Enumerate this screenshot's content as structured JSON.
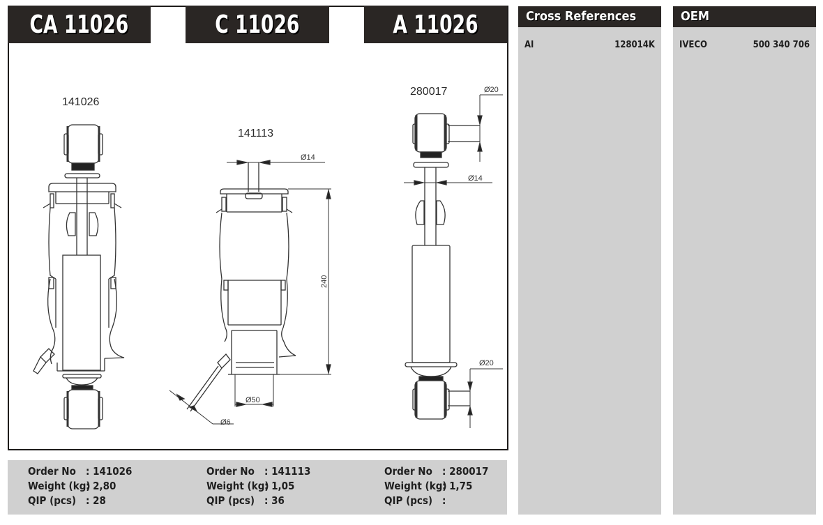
{
  "titles": {
    "ca": "CA 11026",
    "c": "C 11026",
    "a": "A 11026"
  },
  "drawings": {
    "ca": {
      "part_no": "141026"
    },
    "c": {
      "part_no": "141113",
      "dimensions": {
        "rod_diameter": "Ø14",
        "height": "240",
        "base_diameter": "Ø50",
        "fitting_diameter": "Ø6"
      }
    },
    "a": {
      "part_no": "280017",
      "dimensions": {
        "top_eye": "Ø20",
        "rod_diameter": "Ø14",
        "bottom_eye": "Ø20"
      }
    }
  },
  "info": [
    {
      "order_label": "Order No",
      "order_value": ": 141026",
      "weight_label": "Weight (kg)",
      "weight_value": ": 2,80",
      "qip_label": "QIP (pcs)",
      "qip_value": ": 28"
    },
    {
      "order_label": "Order No",
      "order_value": ": 141113",
      "weight_label": "Weight (kg)",
      "weight_value": ": 1,05",
      "qip_label": "QIP (pcs)",
      "qip_value": ": 36"
    },
    {
      "order_label": "Order No",
      "order_value": ": 280017",
      "weight_label": "Weight (kg)",
      "weight_value": ": 1,75",
      "qip_label": "QIP (pcs)",
      "qip_value": ":"
    }
  ],
  "cross_references": {
    "title": "Cross References",
    "rows": [
      {
        "brand": "AI",
        "code": "128014K"
      }
    ]
  },
  "oem": {
    "title": "OEM",
    "rows": [
      {
        "brand": "IVECO",
        "code": "500 340 706"
      }
    ]
  },
  "colors": {
    "header_bg": "#2a2624",
    "panel_bg": "#d0d0d0",
    "line": "#333333"
  }
}
